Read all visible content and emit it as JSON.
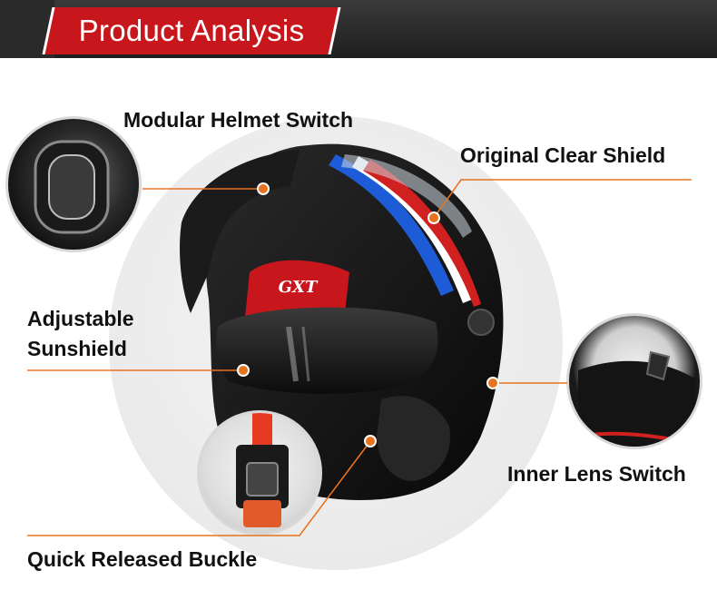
{
  "header": {
    "title": "Product Analysis"
  },
  "labels": {
    "modular_switch": "Modular Helmet Switch",
    "clear_shield": "Original Clear Shield",
    "sunshield_line1": "Adjustable",
    "sunshield_line2": "Sunshield",
    "inner_lens": "Inner Lens Switch",
    "buckle": "Quick Released Buckle"
  },
  "helmet_logo": "GXT",
  "colors": {
    "header_bg": "#262626",
    "title_tab": "#c8161d",
    "callout": "#e8731e",
    "helmet_shell": "#141414",
    "stripe_blue": "#1e5bd6",
    "stripe_red": "#d0201f"
  }
}
